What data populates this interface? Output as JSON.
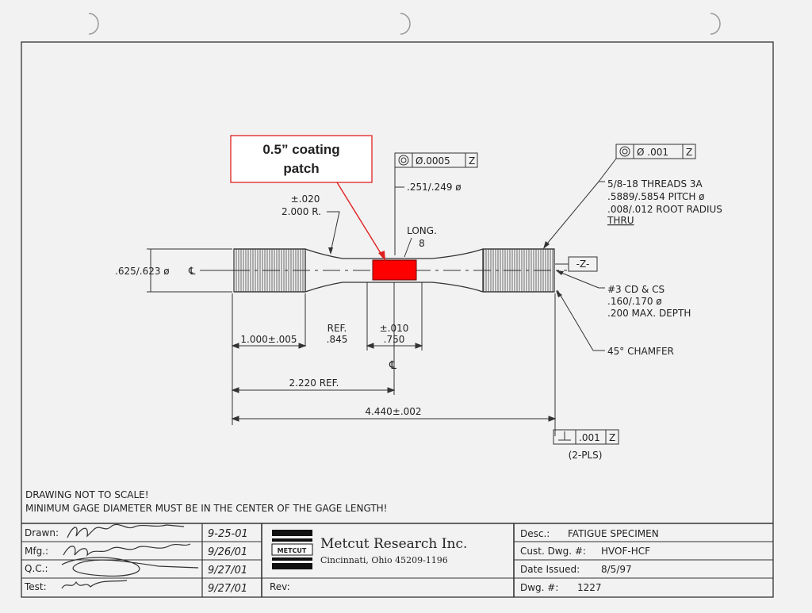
{
  "callout": {
    "line1": "0.5” coating",
    "line2": "patch"
  },
  "fcf": {
    "left": {
      "symbol": "concentricity",
      "value": "Ø.0005",
      "datum": "Z"
    },
    "right": {
      "symbol": "concentricity",
      "value": "Ø .001",
      "datum": "Z"
    },
    "bottom": {
      "symbol": "perpendicularity",
      "value": ".001",
      "datum": "Z"
    }
  },
  "dims": {
    "radius_tol": "±.020",
    "radius": "2.000 R.",
    "gage_dia": ".251/.249 ø",
    "long_label": "LONG.",
    "long_value": "8",
    "grip_dia": ".625/.623 ø",
    "centerline_mark": "℄",
    "grip_len": "1.000±.005",
    "ref_label": "REF.",
    "ref_value": ".845",
    "gage_tol": "±.010",
    "gage_len": ".750",
    "half_len": "2.220 REF.",
    "overall": "4.440±.002",
    "datum_z": "-Z-",
    "two_pls": "(2-PLS)"
  },
  "notes_right": {
    "threads": [
      "5/8-18 THREADS 3A",
      ".5889/.5854 PITCH ø",
      ".008/.012 ROOT RADIUS",
      "THRU"
    ],
    "center": [
      "#3 CD & CS",
      ".160/.170 ø",
      ".200 MAX. DEPTH"
    ],
    "chamfer": "45° CHAMFER"
  },
  "general_notes": {
    "line1": "DRAWING NOT TO SCALE!",
    "line2": "MINIMUM GAGE DIAMETER MUST BE IN THE CENTER OF THE GAGE LENGTH!"
  },
  "title_block": {
    "roles": [
      "Drawn:",
      "Mfg.:",
      "Q.C.:",
      "Test:"
    ],
    "dates": [
      "9-25-01",
      "9/26/01",
      "9/27/01",
      "9/27/01"
    ],
    "logo": "METCUT",
    "company": "Metcut Research Inc.",
    "address": "Cincinnati, Ohio 45209-1196",
    "rev_label": "Rev:",
    "desc_label": "Desc.:",
    "desc_value": "FATIGUE SPECIMEN",
    "cust_label": "Cust. Dwg. #:",
    "cust_value": "HVOF-HCF",
    "date_label": "Date Issued:",
    "date_value": "8/5/97",
    "dwg_label": "Dwg. #:",
    "dwg_value": "1227"
  },
  "colors": {
    "patch": "#ff0000",
    "callout_border": "#e02020",
    "callout_text": "#ff0000",
    "ink": "#222222",
    "paper": "#f2f2f2"
  }
}
